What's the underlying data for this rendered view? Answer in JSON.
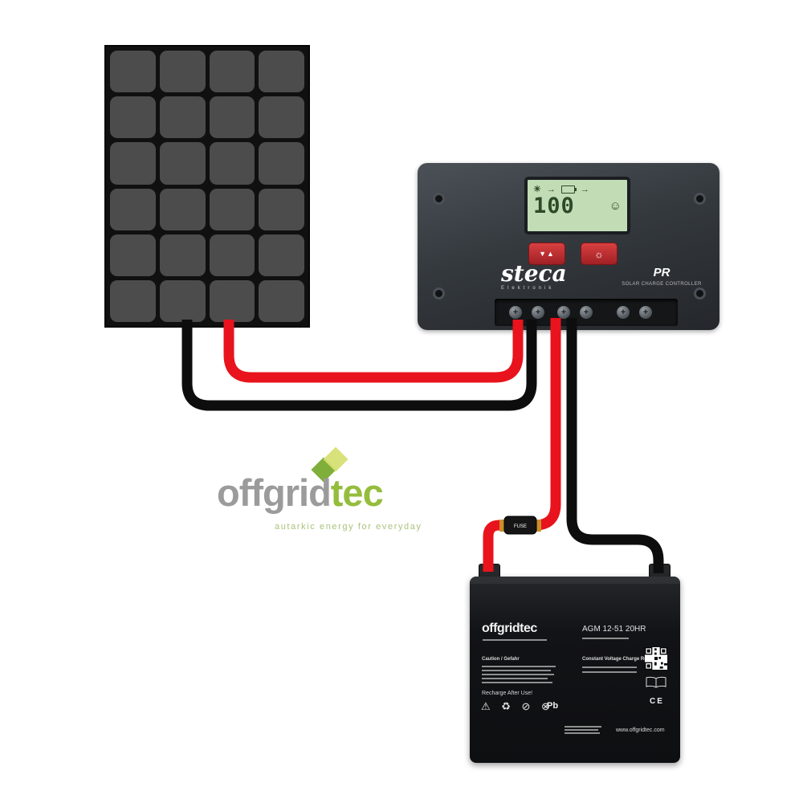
{
  "watermark": {
    "brand_part1": "offgrid",
    "brand_part2": "tec",
    "tagline": "autarkic energy for everyday"
  },
  "controller": {
    "brand": "steca",
    "brand_sub": "Elektronik",
    "model": "PR",
    "model_caption": "SOLAR CHARGE CONTROLLER",
    "lcd": {
      "value": "100",
      "sun_icon": "☀",
      "arrow_icon": "→",
      "smiley_icon": "☺"
    },
    "buttons": {
      "select_glyph": "▼▲",
      "light_glyph": "☼"
    }
  },
  "wiring": {
    "fuse_label": "FUSE"
  },
  "battery": {
    "brand": "offgridtec",
    "model": "AGM 12-51 20HR",
    "caution_title": "Caution / Gefahr",
    "regulation_title": "Constant Voltage Charge Regulation",
    "recharge_note": "Recharge After Use!",
    "warning_icons": "⚠ ♻ ⊘ ⊗",
    "pb_label": "Pb",
    "ce_label": "CE",
    "website": "www.offgridtec.com"
  },
  "colors": {
    "cable_red": "#e8131c",
    "cable_black": "#0d0d0d",
    "lcd_green": "#c2ddb6",
    "button_red": "#c02428",
    "logo_green": "#94bd3c"
  }
}
